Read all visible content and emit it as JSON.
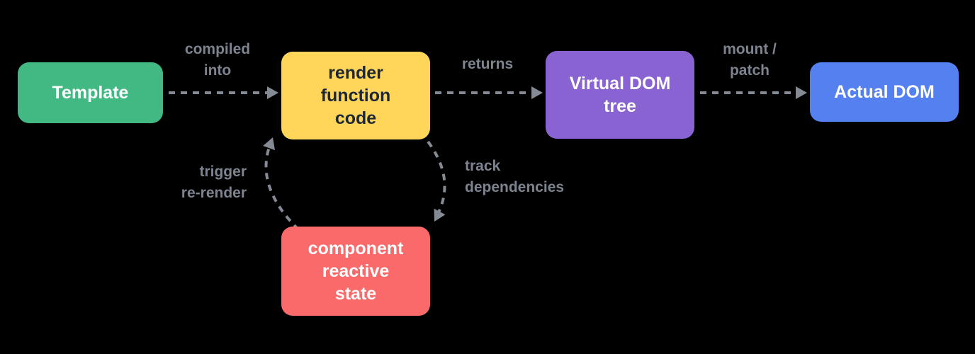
{
  "canvas": {
    "background": "#000000"
  },
  "colors": {
    "template_green": "#42b883",
    "render_yellow": "#ffd65a",
    "virtual_dom_purple": "#8a63d2",
    "actual_dom_blue": "#5480f0",
    "reactive_state_red": "#fa6a6a",
    "arrow_gray": "#858b94",
    "label_gray": "#7d8490",
    "light_text": "#ffffff",
    "dark_text": "#1d2736"
  },
  "nodes": {
    "template": {
      "label": "Template"
    },
    "render_function": {
      "label": "render\nfunction\ncode"
    },
    "virtual_dom": {
      "label": "Virtual DOM\ntree"
    },
    "actual_dom": {
      "label": "Actual DOM"
    },
    "reactive_state": {
      "label": "component\nreactive\nstate"
    }
  },
  "edges": {
    "compiled_into": {
      "label": "compiled\ninto"
    },
    "returns": {
      "label": "returns"
    },
    "mount_patch": {
      "label": "mount /\npatch"
    },
    "trigger_rerender": {
      "label": "trigger\nre-render"
    },
    "track_dependencies": {
      "label": "track\ndependencies"
    }
  }
}
